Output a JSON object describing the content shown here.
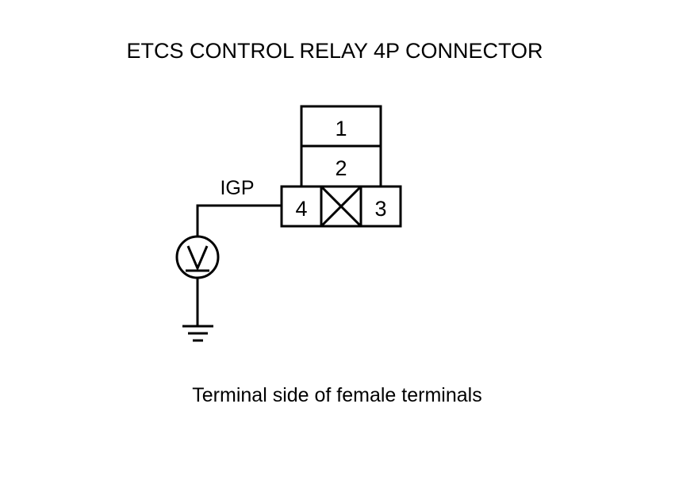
{
  "title": "ETCS CONTROL RELAY 4P CONNECTOR",
  "connector": {
    "terminals": {
      "t1": "1",
      "t2": "2",
      "t3": "3",
      "t4": "4"
    }
  },
  "signal_label": "IGP",
  "meter_icon": "voltmeter-icon",
  "ground_icon": "ground-icon",
  "caption": "Terminal side of female terminals",
  "colors": {
    "line": "#000000",
    "background": "#ffffff"
  }
}
